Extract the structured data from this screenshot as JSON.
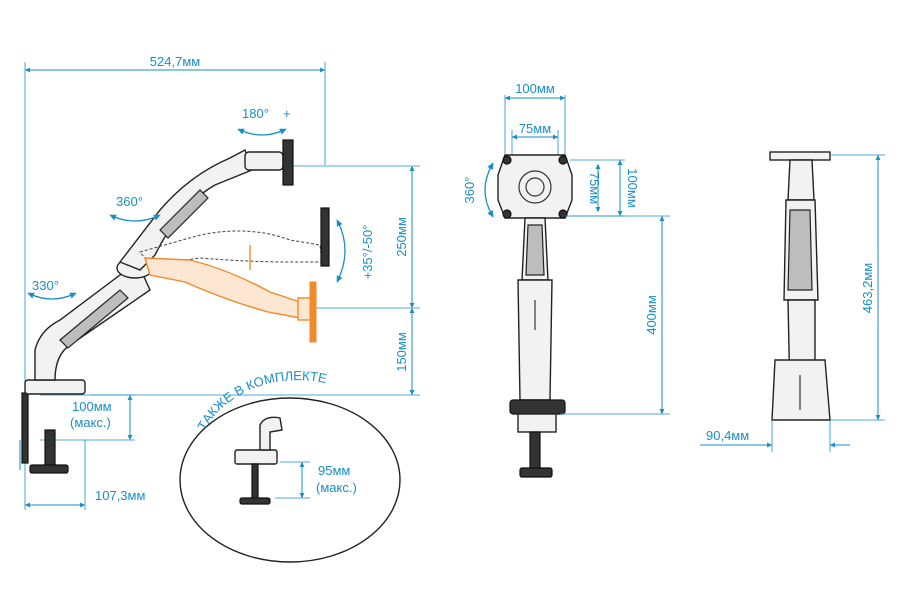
{
  "side_view": {
    "width_total": "524,7мм",
    "rot_top": "180°",
    "rot_top_plus": "+",
    "rot_mid": "360°",
    "rot_base": "330°",
    "tilt": "+35°/-50°",
    "height_upper": "250мм",
    "height_lower": "150мм",
    "clamp_thickness_line1": "100мм",
    "clamp_thickness_line2": "(макс.)",
    "base_depth": "107,3мм"
  },
  "inset": {
    "title": "ТАКЖЕ В КОМПЛЕКТЕ",
    "grommet_line1": "95мм",
    "grommet_line2": "(макс.)"
  },
  "front_view": {
    "vesa_outer": "100мм",
    "vesa_inner": "75мм",
    "vesa_inner_v": "75мм",
    "vesa_outer_v": "100мм",
    "rotation": "360°",
    "height": "400мм"
  },
  "back_view": {
    "height": "463,2мм",
    "base_width": "90,4мм"
  },
  "colors": {
    "dimension": "#1a8fc6",
    "highlight": "#f08a2a"
  }
}
